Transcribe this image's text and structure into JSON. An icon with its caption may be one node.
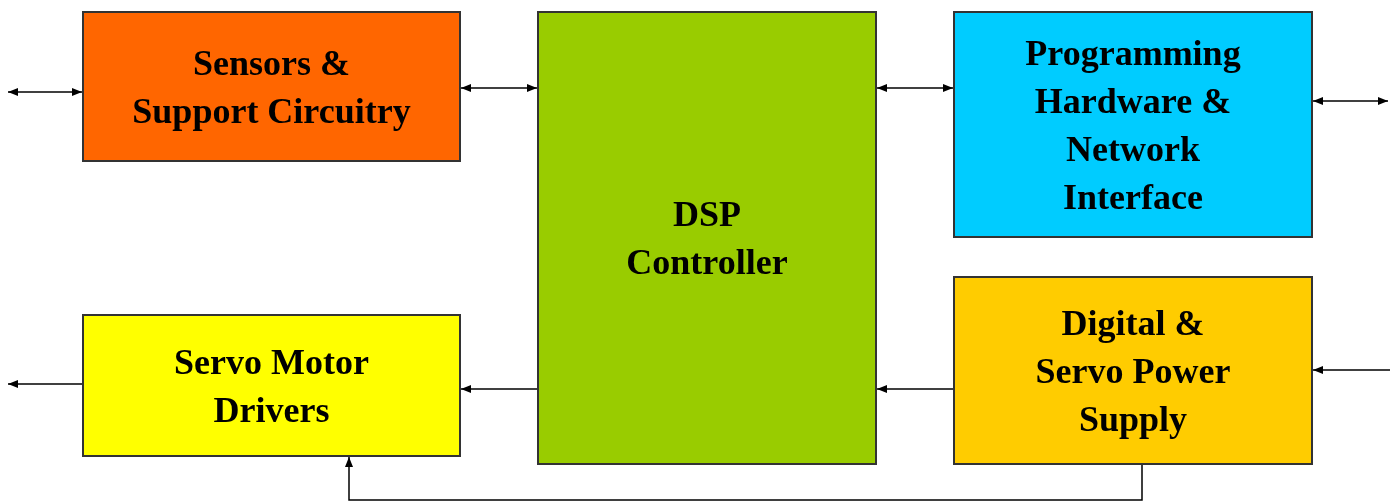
{
  "diagram": {
    "nodes": [
      {
        "text": [
          "Sensors & Support Circuitry"
        ]
      },
      {
        "text": [
          "DSP Controller"
        ]
      },
      {
        "text": [
          "Programming Hardware & Network Interface"
        ]
      },
      {
        "text": [
          "Servo Motor Drivers"
        ]
      },
      {
        "text": [
          "Digital & Servo Power Supply"
        ]
      }
    ],
    "edges": [
      {
        "from": null,
        "to": 0,
        "arrow": "both"
      },
      {
        "from": 0,
        "to": 1,
        "arrow": "both"
      },
      {
        "from": 1,
        "to": 2,
        "arrow": "both"
      },
      {
        "from": 2,
        "to": null,
        "arrow": "both"
      },
      {
        "from": 3,
        "to": null,
        "arrow": "to"
      },
      {
        "from": 1,
        "to": 3,
        "arrow": "to"
      },
      {
        "from": 4,
        "to": 1,
        "arrow": "to"
      },
      {
        "from": null,
        "to": 4,
        "arrow": "to"
      },
      {
        "from": 4,
        "to": 3,
        "arrow": "to"
      }
    ]
  }
}
